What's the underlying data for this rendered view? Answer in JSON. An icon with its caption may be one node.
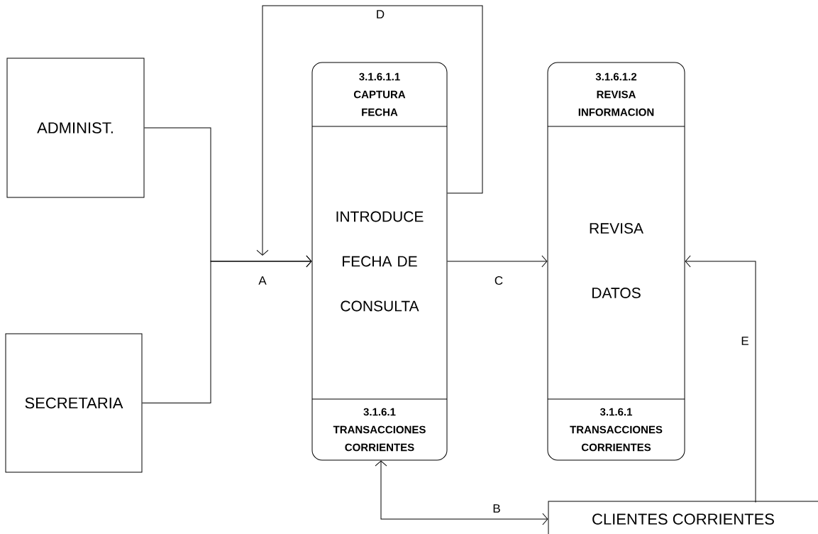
{
  "diagram": {
    "nodes": [
      {
        "text": [
          "ADMINIST."
        ]
      },
      {
        "text": [
          "SECRETARIA"
        ]
      },
      {
        "text": [
          "3.1.6.1.1 CAPTURA FECHA",
          "INTRODUCE FECHA DE CONSULTA",
          "3.1.6.1 TRANSACCIONES CORRIENTES"
        ]
      },
      {
        "text": [
          "3.1.6.1.2 REVISA INFORMACION",
          "REVISA DATOS",
          "3.1.6.1 TRANSACCIONES CORRIENTES"
        ]
      },
      {
        "text": [
          "CLIENTES CORRIENTES"
        ]
      }
    ],
    "edges": [
      {
        "from": 0,
        "to": 2,
        "arrow": "to",
        "label": "A"
      },
      {
        "from": 1,
        "to": 2,
        "arrow": "to"
      },
      {
        "from": 2,
        "to": null,
        "arrow": "to",
        "label": "D"
      },
      {
        "from": 2,
        "to": 3,
        "arrow": "to",
        "label": "C"
      },
      {
        "from": 4,
        "to": 3,
        "arrow": "to",
        "label": "E"
      },
      {
        "from": 4,
        "to": 2,
        "arrow": "both",
        "label": "B"
      }
    ]
  }
}
